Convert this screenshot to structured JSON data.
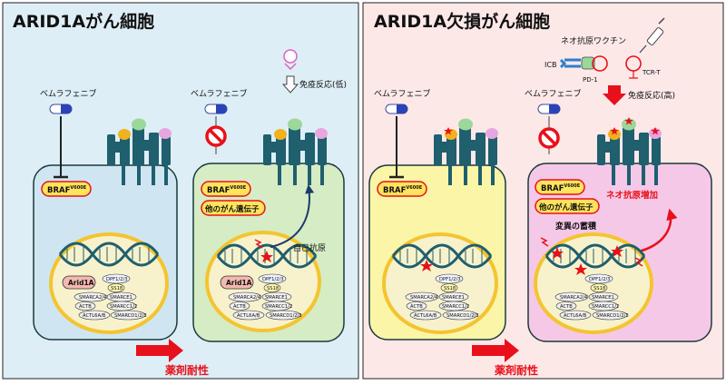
{
  "left_panel": {
    "title": "ARID1Aがん細胞",
    "drug_label_1": "ベムラフェニブ",
    "drug_label_2": "ベムラフェニブ",
    "immune_label": "免疫反応(低)",
    "self_antigen": "自己抗原",
    "braf_label": "BRAF",
    "braf_sup": "V600E",
    "other_genes": "他のがん遺伝子",
    "arid1a_label": "Arid1A",
    "resistance_label": "薬剤耐性"
  },
  "right_panel": {
    "title": "ARID1A欠損がん細胞",
    "drug_label_1": "ベムラフェニブ",
    "drug_label_2": "ベムラフェニブ",
    "vaccine_label": "ネオ抗原ワクチン",
    "icb_label": "ICB",
    "pd1_label": "PD-1",
    "tcrt_label": "TCR-T",
    "immune_label": "免疫反応(高)",
    "neoantigen_label": "ネオ抗原増加",
    "mutation_label": "変異の蓄積",
    "braf_label": "BRAF",
    "braf_sup": "V600E",
    "other_genes": "他のがん遺伝子",
    "resistance_label": "薬剤耐性"
  },
  "complex_subunits": {
    "dpf": "DPF1/2/3",
    "ss18": "SS18",
    "smarca": "SMARCA2/4",
    "smarce": "SMARCE1",
    "smarcc": "SMARCC1/2",
    "actb": "ACTB",
    "actl6": "ACTL6A/B",
    "smarcd": "SMARCD1/2/3"
  },
  "colors": {
    "left_bg": "#ddeef6",
    "right_bg": "#fde8e8",
    "cell_blue": "#cfe6f2",
    "cell_green": "#d6ecc4",
    "cell_yellow": "#fbf5a8",
    "cell_pink": "#f6c8e8",
    "receptor": "#1f5f6e",
    "accent_red": "#e8101a",
    "nucleus_border": "#f4c430"
  }
}
